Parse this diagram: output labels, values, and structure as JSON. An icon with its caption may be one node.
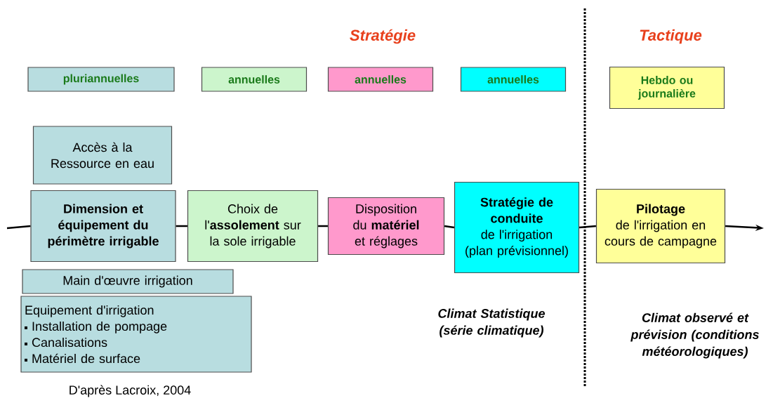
{
  "diagram": {
    "caption": "D'après Lacroix, 2004",
    "nodes": [
      {
        "text": [
          "pluriannuelles"
        ]
      },
      {
        "text": [
          "annuelles"
        ]
      },
      {
        "text": [
          "annuelles"
        ]
      },
      {
        "text": [
          "annuelles"
        ]
      },
      {
        "text": [
          "Hebdo ou journalière"
        ]
      },
      {
        "text": [
          "Accès à la Ressource en eau"
        ]
      },
      {
        "text": [
          "Dimension et équipement du périmètre irrigable"
        ]
      },
      {
        "text": [
          "Choix de l'**assolement** sur la sole irrigable"
        ]
      },
      {
        "text": [
          "Disposition du **matériel** et réglages"
        ]
      },
      {
        "text": [
          "Stratégie de conduite",
          "de l'irrigation (plan prévisionnel)"
        ]
      },
      {
        "text": [
          "Pilotage",
          "de l'irrigation en cours de campagne"
        ]
      },
      {
        "text": [
          "Main d'œuvre irrigation"
        ]
      },
      {
        "text": [
          "Equipement d'irrigation",
          "Installation de pompage",
          "Canalisations",
          "Matériel de surface"
        ]
      }
    ],
    "edges": [
      {
        "from": null,
        "to": 6,
        "arrow": "none"
      },
      {
        "from": 6,
        "to": 7,
        "arrow": "none"
      },
      {
        "from": 7,
        "to": 8,
        "arrow": "none"
      },
      {
        "from": 8,
        "to": 9,
        "arrow": "none"
      },
      {
        "from": 9,
        "to": 10,
        "arrow": "none"
      },
      {
        "from": 10,
        "to": null,
        "arrow": "to"
      }
    ],
    "labels": [
      "Stratégie",
      "Tactique",
      "Climat Statistique (série climatique)",
      "Climat observé et prévision (conditions météorologiques)"
    ]
  }
}
